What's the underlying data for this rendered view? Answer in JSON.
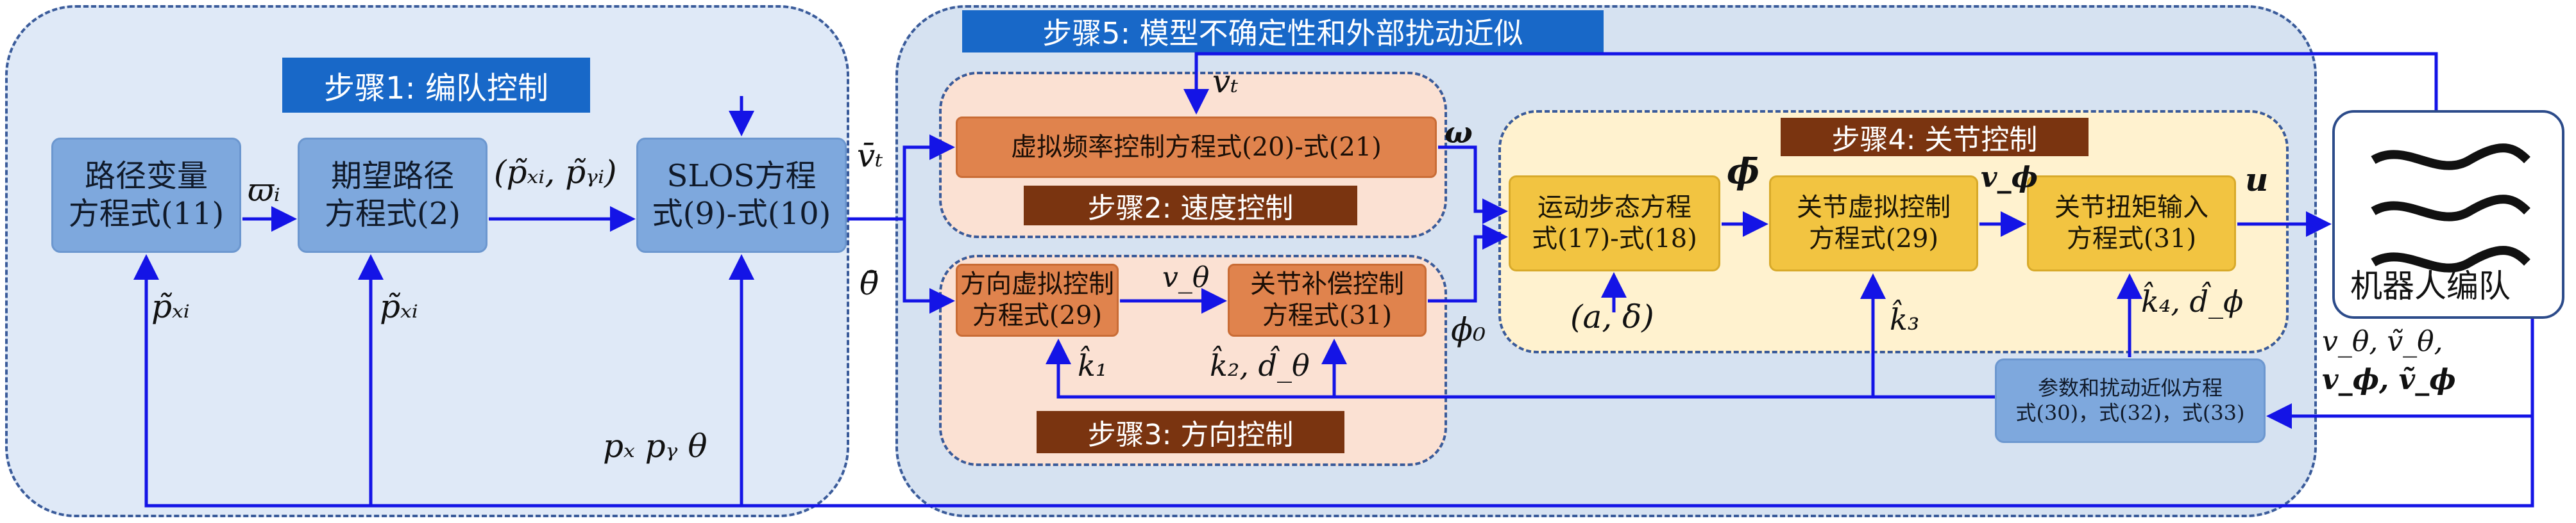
{
  "colors": {
    "arrow": "#1414e6",
    "region_dash": "#3a5b9a",
    "step1_bg": "#dfe9f7",
    "step5_bg": "#d6e2f1",
    "orange_region_bg": "#fbe1d3",
    "yellow_region_bg": "#fff2cf",
    "blue_title": "#1868c8",
    "brown_title": "#7a3410"
  },
  "regions": {
    "step1": {
      "title": "步骤1: 编队控制"
    },
    "step5": {
      "title": "步骤5: 模型不确定性和外部扰动近似"
    },
    "step2": {
      "title": "步骤2: 速度控制"
    },
    "step3": {
      "title": "步骤3: 方向控制"
    },
    "step4": {
      "title": "步骤4: 关节控制"
    }
  },
  "boxes": {
    "path_variable": "路径变量\n方程式(11)",
    "desired_path": "期望路径\n方程式(2)",
    "slos": "SLOS方程\n式(9)-式(10)",
    "virtual_freq": "虚拟频率控制方程式(20)-式(21)",
    "direction_virtual": "方向虚拟控制\n方程式(29)",
    "joint_compensation": "关节补偿控制\n方程式(31)",
    "gait": "运动步态方程\n式(17)-式(18)",
    "joint_virtual": "关节虚拟控制\n方程式(29)",
    "joint_torque": "关节扭矩输入\n方程式(31)",
    "param_approx": "参数和扰动近似方程\n式(30)，式(32)，式(33)",
    "robot_formation": "机器人编队"
  },
  "labels": {
    "varpi": "ϖᵢ",
    "p_pair": "(p̃ₓᵢ, p̃ᵧᵢ)",
    "p_xi_1": "p̃ₓᵢ",
    "p_xi_2": "p̃ₓᵢ",
    "pxpytheta": "pₓ pᵧ θ",
    "v_t_bar": "v̄ₜ",
    "theta_bar": "θ̄",
    "v_t": "vₜ",
    "omega": "ω",
    "phi0": "ϕ₀",
    "v_theta": "v_θ",
    "k1": "k̂₁",
    "k2_d_theta": "k̂₂, d̂_θ",
    "phi_bar": "ϕ̄",
    "v_phi": "v_ϕ",
    "u": "u",
    "a_delta": "(a, δ)",
    "k3": "k̂₃",
    "k4_d_phi": "k̂₄, d̂_ϕ",
    "feedback_line1": "v_θ, ṽ_θ,",
    "feedback_line2": "v_ϕ, ṽ_ϕ"
  },
  "icons": [
    "snake-robot-icon",
    "snake-robot-icon",
    "snake-robot-icon"
  ]
}
